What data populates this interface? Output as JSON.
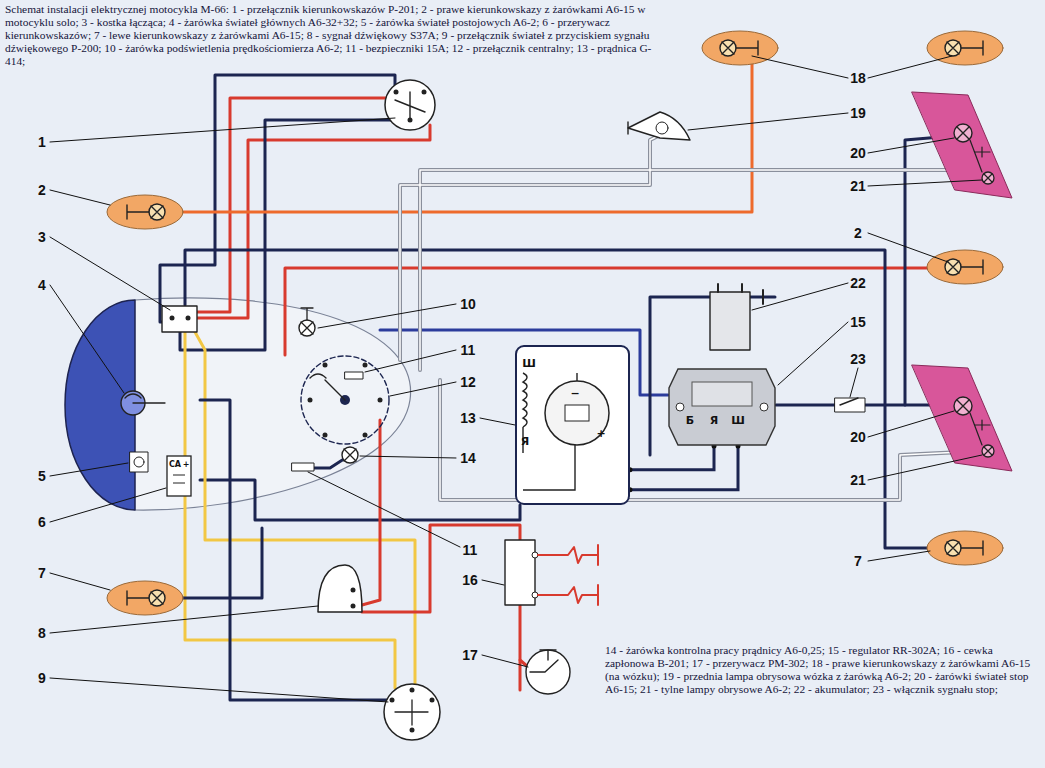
{
  "diagram": {
    "title": "Schemat instalacji elektrycznej motocykla M-66: 1 - przełącznik kierunkowskazów P-201; 2 - prawe kierunkowskazy z żarówkami A6-15 w motocyklu solo; 3 - kostka łącząca; 4 - żarówka świateł głównych A6-32+32; 5 - żarówka świateł postojowych A6-2; 6 - przerywacz kierunkowskazów; 7 - lewe kierunkowskazy z żarówkami A6-15; 8 - sygnał dźwiękowy S37A; 9 - przełącznik świateł z przyciskiem sygnału dźwiękowego P-200; 10 - żarówka podświetlenia prędkościomierza A6-2; 11 - bezpieczniki 15A; 12 - przełącznik centralny; 13 - prądnica G-414;",
    "caption": "14 - żarówka kontrolna pracy prądnicy A6-0,25; 15 - regulator RR-302A; 16 - cewka zapłonowa B-201; 17 - przerywacz PM-302; 18 - prawe kierunkowskazy z żarówkami A6-15 (na wózku); 19 - przednia lampa obrysowa wózka z żarówką A6-2; 20 - żarówki świateł stop A6-15; 21 - tylne lampy obrysowe A6-2; 22 - akumulator; 23 - włącznik sygnału stop;",
    "nodes": [
      {
        "text": [
          "Ш",
          "Я",
          "−",
          "+"
        ]
      },
      {
        "text": [
          "Б",
          "Я",
          "Ш"
        ]
      },
      {
        "text": [
          "СА",
          "+"
        ]
      }
    ],
    "edges": [
      {
        "from": 0,
        "to": 1,
        "arrow": "none"
      },
      {
        "from": 0,
        "to": 1,
        "arrow": "none"
      }
    ],
    "labels": [
      "1",
      "2",
      "3",
      "4",
      "5",
      "6",
      "7",
      "8",
      "9",
      "10",
      "11",
      "12",
      "13",
      "14",
      "11",
      "16",
      "17",
      "18",
      "19",
      "20",
      "21",
      "2",
      "22",
      "15",
      "23",
      "20",
      "21",
      "7"
    ]
  }
}
